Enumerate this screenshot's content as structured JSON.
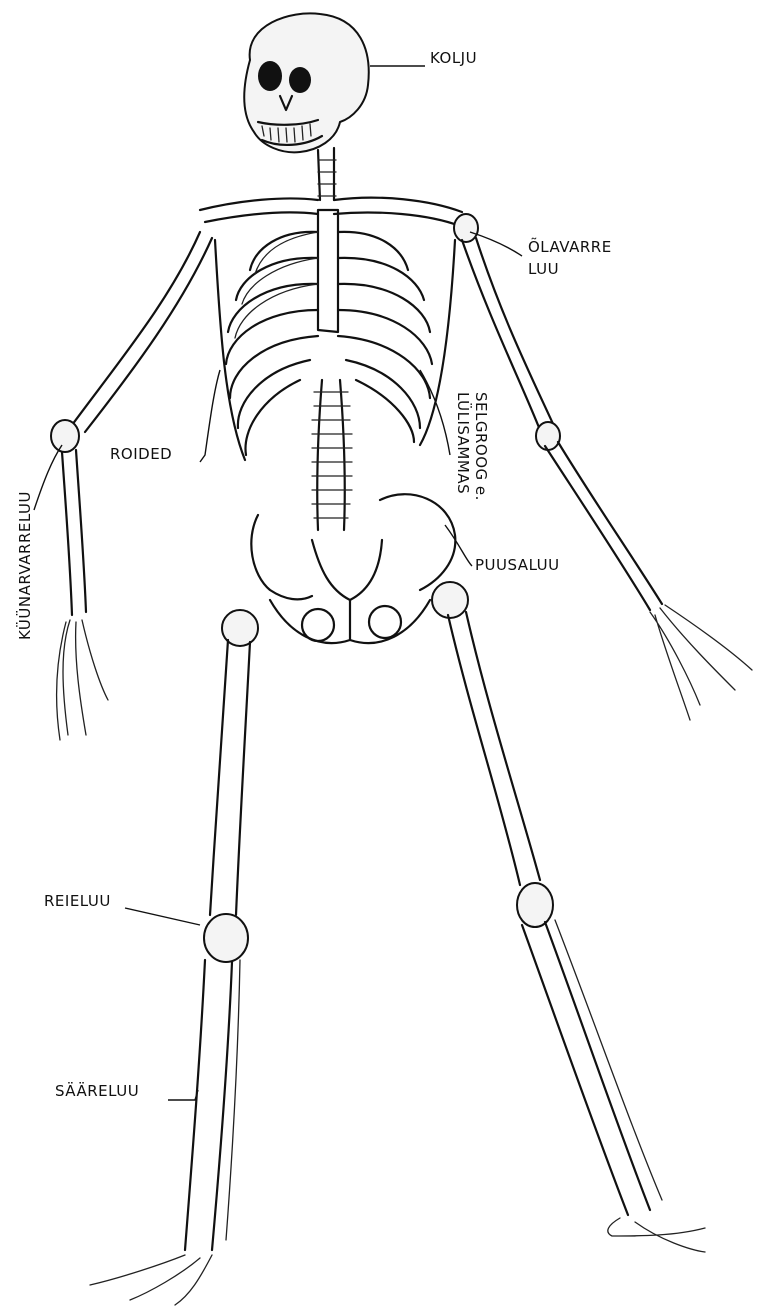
{
  "labels": {
    "skull": "KOLJU",
    "humerus_line1": "ÕLAVARRE",
    "humerus_line2": "LUU",
    "spine_line1": "SELGROOG e.",
    "spine_line2": "LÜLISAMMAS",
    "ribs": "ROIDED",
    "pelvis": "PUUSALUU",
    "forearm": "KÜÜNARVARRELUU",
    "femur": "REIELUU",
    "tibia": "SÄÄRELUU"
  }
}
